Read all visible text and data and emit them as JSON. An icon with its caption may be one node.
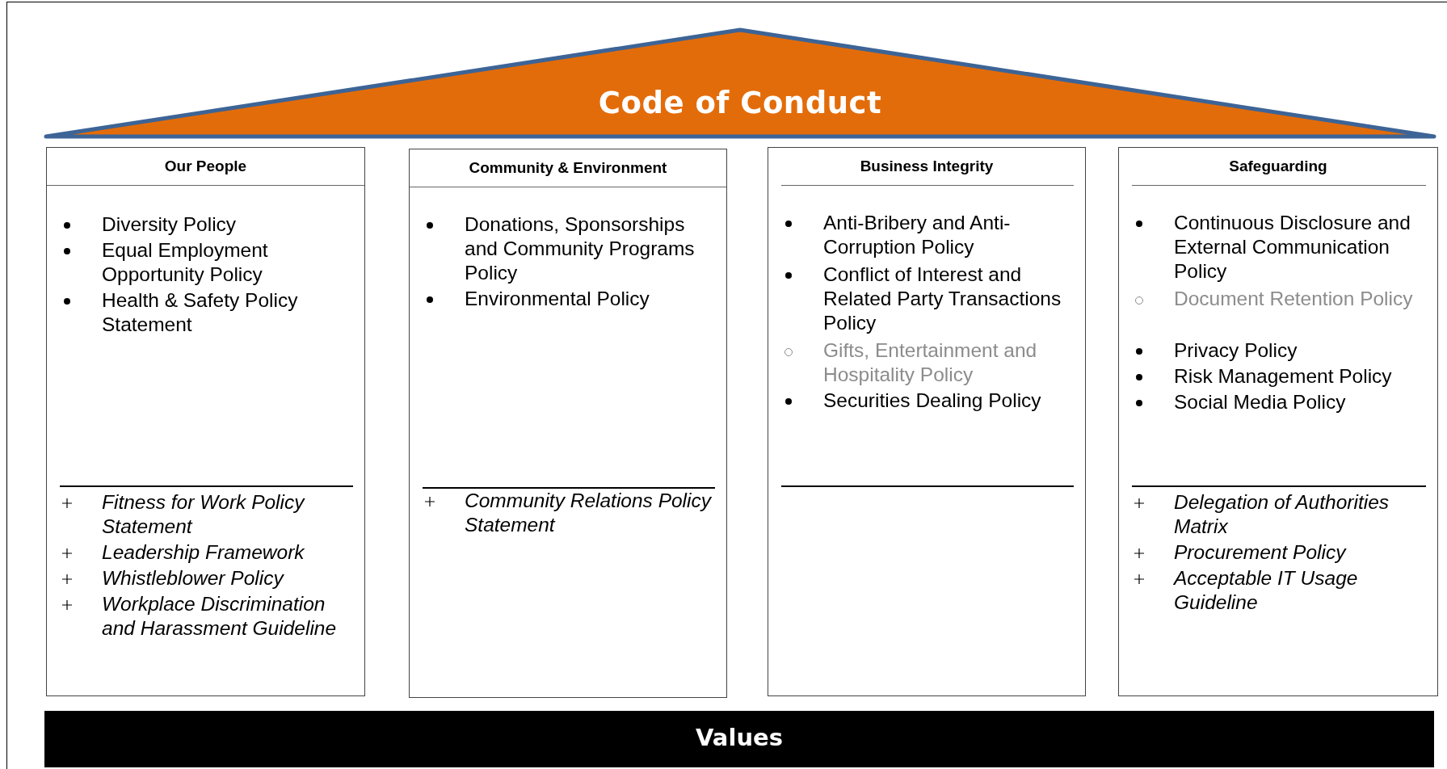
{
  "diagram": {
    "nodes": [
      {
        "text": [
          "Code of Conduct"
        ]
      },
      {
        "text": [
          "Our People",
          "Diversity Policy",
          "Equal Employment Opportunity Policy",
          "Health & Safety Policy Statement",
          "Fitness for Work Policy Statement",
          "Leadership Framework",
          "Whistleblower Policy",
          "Workplace Discrimination and Harassment Guideline"
        ]
      },
      {
        "text": [
          "Community & Environment",
          "Donations, Sponsorships and Community Programs Policy",
          "Environmental Policy",
          "Community Relations Policy Statement"
        ]
      },
      {
        "text": [
          "Business Integrity",
          "Anti-Bribery and Anti-Corruption Policy",
          "Conflict of Interest and Related Party Transactions Policy",
          "Gifts, Entertainment and Hospitality Policy",
          "Securities Dealing Policy"
        ]
      },
      {
        "text": [
          "Safeguarding",
          "Continuous Disclosure and External Communication Policy",
          "Document Retention Policy",
          "Privacy Policy",
          "Risk Management Policy",
          "Social Media Policy",
          "Delegation of Authorities Matrix",
          "Procurement Policy",
          "Acceptable IT Usage Guideline"
        ]
      },
      {
        "text": [
          "Values"
        ]
      }
    ],
    "edges": []
  }
}
